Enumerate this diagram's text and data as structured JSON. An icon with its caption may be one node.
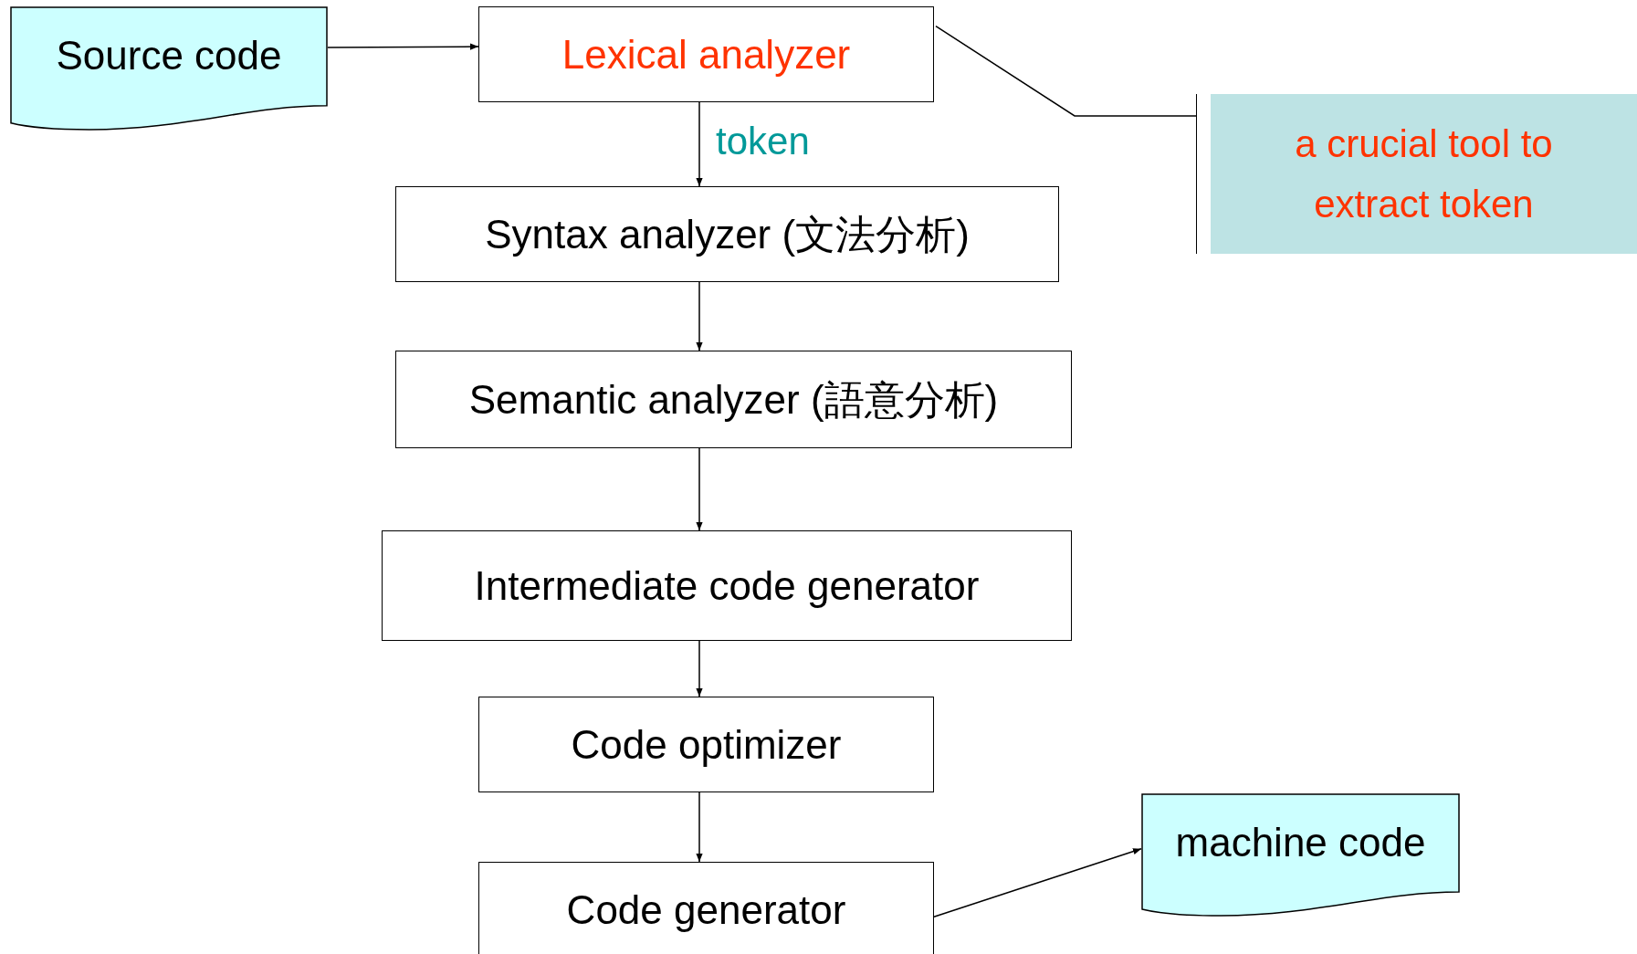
{
  "diagram": {
    "nodes": [
      {
        "text": [
          "Source code"
        ]
      },
      {
        "text": [
          "Lexical analyzer"
        ]
      },
      {
        "text": [
          "Syntax analyzer (文法分析)"
        ]
      },
      {
        "text": [
          "Semantic analyzer (語意分析)"
        ]
      },
      {
        "text": [
          "Intermediate code generator"
        ]
      },
      {
        "text": [
          "Code optimizer"
        ]
      },
      {
        "text": [
          "Code generator"
        ]
      },
      {
        "text": [
          "machine code"
        ]
      },
      {
        "text": [
          "a crucial tool to extract token"
        ]
      }
    ],
    "edges": [
      {
        "from": 0,
        "to": 1,
        "arrow": "to"
      },
      {
        "from": 1,
        "to": 2,
        "arrow": "to",
        "label": "token"
      },
      {
        "from": 2,
        "to": 3,
        "arrow": "to"
      },
      {
        "from": 3,
        "to": 4,
        "arrow": "to"
      },
      {
        "from": 4,
        "to": 5,
        "arrow": "to"
      },
      {
        "from": 5,
        "to": 6,
        "arrow": "to"
      },
      {
        "from": 6,
        "to": 7,
        "arrow": "to"
      },
      {
        "from": 8,
        "to": 1,
        "arrow": "none"
      }
    ]
  }
}
